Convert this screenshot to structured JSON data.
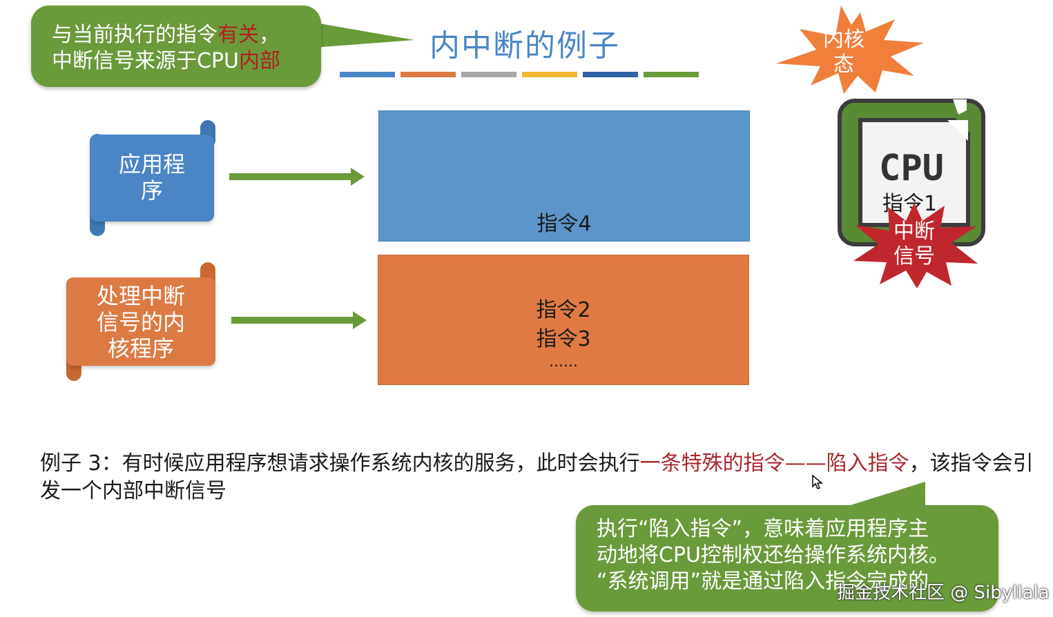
{
  "title": "内中断的例子",
  "title_bar_colors": [
    "#4a86c5",
    "#dc7a43",
    "#a6a6a6",
    "#f2b632",
    "#3462a8",
    "#6b9a3a"
  ],
  "callout_top": {
    "line1_a": "与当前执行的指令",
    "line1_b": "有关",
    "line1_c": "，",
    "line2_a": "中断信号来源于CPU",
    "line2_b": "内部"
  },
  "scroll_app": {
    "line1": "应用程",
    "line2": "序"
  },
  "scroll_kernel": {
    "line1": "处理中断",
    "line2": "信号的内",
    "line3": "核程序"
  },
  "box_blue": {
    "text": "指令4"
  },
  "box_orange": {
    "line1": "指令2",
    "line2": "指令3",
    "line3": "......"
  },
  "kernel_state": {
    "line1": "内核",
    "line2": "态"
  },
  "cpu": {
    "label": "CPU",
    "instruction": "指令1"
  },
  "interrupt_signal": {
    "line1": "中断",
    "line2": "信号"
  },
  "description": {
    "part1": "例子 3：有时候应用程序想请求操作系统内核的服务，此时会执行",
    "part2": "一条特殊的指令——陷入指令",
    "part3": "，该指令会引发一个内部中断信号"
  },
  "callout_bottom": {
    "line1": "执行“陷入指令”，意味着应用程序主",
    "line2": "动地将CPU控制权还给操作系统内核。",
    "line3": "“系统调用”就是通过陷入指令完成的"
  },
  "watermark": "掘金技术社区 @ Sibyllala"
}
